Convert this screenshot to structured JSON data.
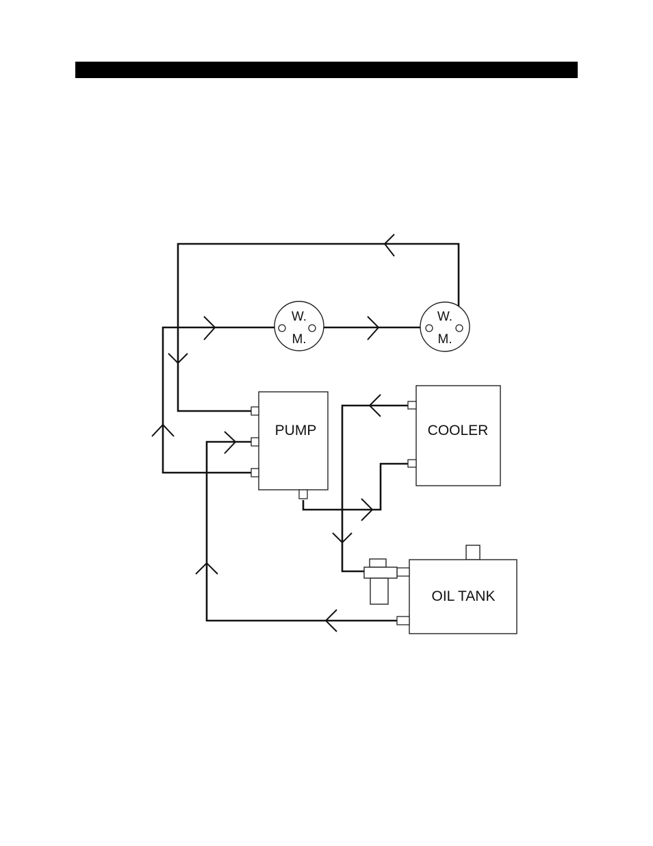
{
  "components": {
    "pump": {
      "label": "PUMP"
    },
    "cooler": {
      "label": "COOLER"
    },
    "oil_tank": {
      "label": "OIL TANK"
    },
    "meter_left": {
      "line1": "W.",
      "line2": "M."
    },
    "meter_right": {
      "line1": "W.",
      "line2": "M."
    }
  }
}
